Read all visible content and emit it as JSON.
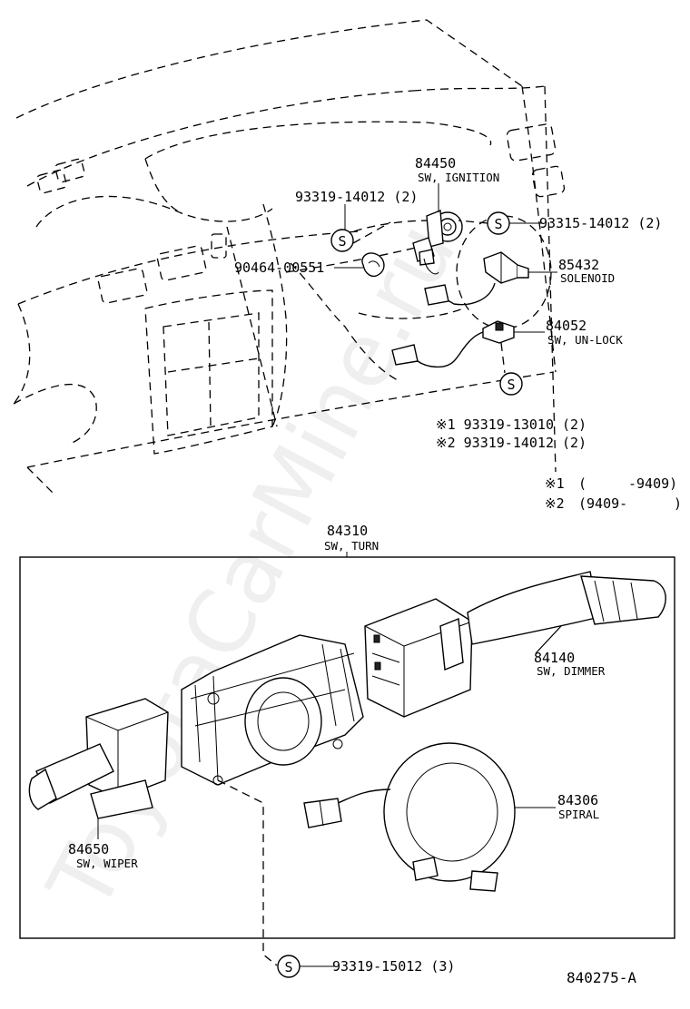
{
  "watermark": "ToyotaCarMine.ru",
  "parts": {
    "p84450": {
      "number": "84450",
      "desc": "SW, IGNITION"
    },
    "p85432": {
      "number": "85432",
      "desc": "SOLENOID"
    },
    "p84052": {
      "number": "84052",
      "desc": "SW, UN-LOCK"
    },
    "p84310": {
      "number": "84310",
      "desc": "SW, TURN"
    },
    "p84140": {
      "number": "84140",
      "desc": "SW, DIMMER"
    },
    "p84306": {
      "number": "84306",
      "desc": "SPIRAL"
    },
    "p84650": {
      "number": "84650",
      "desc": "SW, WIPER"
    }
  },
  "fasteners": {
    "f1": "93319-14012 (2)",
    "f2": "93315-14012 (2)",
    "f3": "90464-00551",
    "f4a": "※1 93319-13010 (2)",
    "f4b": "※2 93319-14012 (2)",
    "f5": "93319-15012 (3)"
  },
  "screw_symbol": "S",
  "notes": {
    "n1_mark": "※1",
    "n1_open": "(",
    "n1_value": "-9409)",
    "n2_mark": "※2",
    "n2_value": "(9409-",
    "n2_close": ")"
  },
  "figure_id": "840275-A"
}
